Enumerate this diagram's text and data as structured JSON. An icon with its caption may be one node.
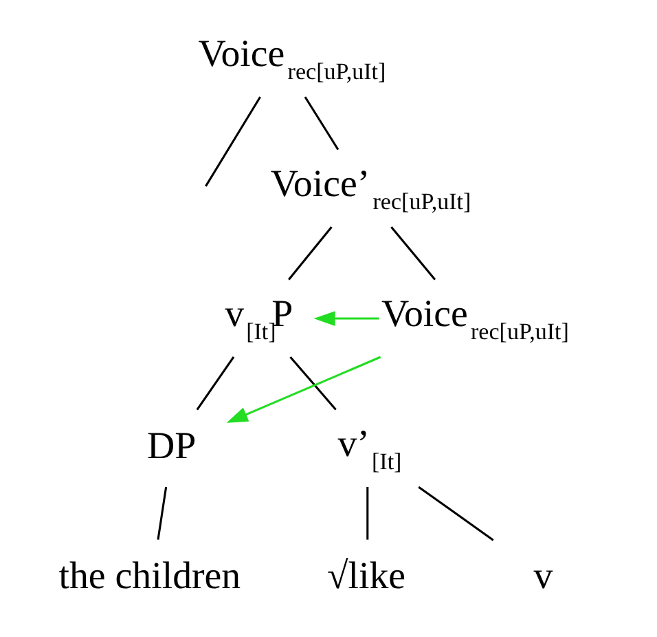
{
  "diagram": {
    "nodes": [
      {
        "text": [
          "Voice$_{rec[uP,uIt]}$"
        ]
      },
      {
        "text": [
          "Voice’$_{rec[uP,uIt]}$"
        ]
      },
      {
        "text": [
          "v$_{[It]}$P"
        ]
      },
      {
        "text": [
          "Voice$_{rec[uP,uIt]}$"
        ]
      },
      {
        "text": [
          "DP"
        ]
      },
      {
        "text": [
          "v’$_{[It]}$"
        ]
      },
      {
        "text": [
          "the children"
        ]
      },
      {
        "text": [
          "√like"
        ]
      },
      {
        "text": [
          "v"
        ]
      }
    ],
    "edges": [
      {
        "from": 0,
        "to": null,
        "arrow": "none"
      },
      {
        "from": 0,
        "to": 1,
        "arrow": "none"
      },
      {
        "from": 1,
        "to": 2,
        "arrow": "none"
      },
      {
        "from": 1,
        "to": 3,
        "arrow": "none"
      },
      {
        "from": 2,
        "to": 4,
        "arrow": "none"
      },
      {
        "from": 2,
        "to": 5,
        "arrow": "none"
      },
      {
        "from": 4,
        "to": 6,
        "arrow": "none"
      },
      {
        "from": 5,
        "to": 7,
        "arrow": "none"
      },
      {
        "from": 5,
        "to": 8,
        "arrow": "none"
      },
      {
        "from": 3,
        "to": 2,
        "arrow": "to",
        "color": "#22dd22"
      },
      {
        "from": 3,
        "to": 4,
        "arrow": "to",
        "color": "#22dd22"
      }
    ]
  }
}
